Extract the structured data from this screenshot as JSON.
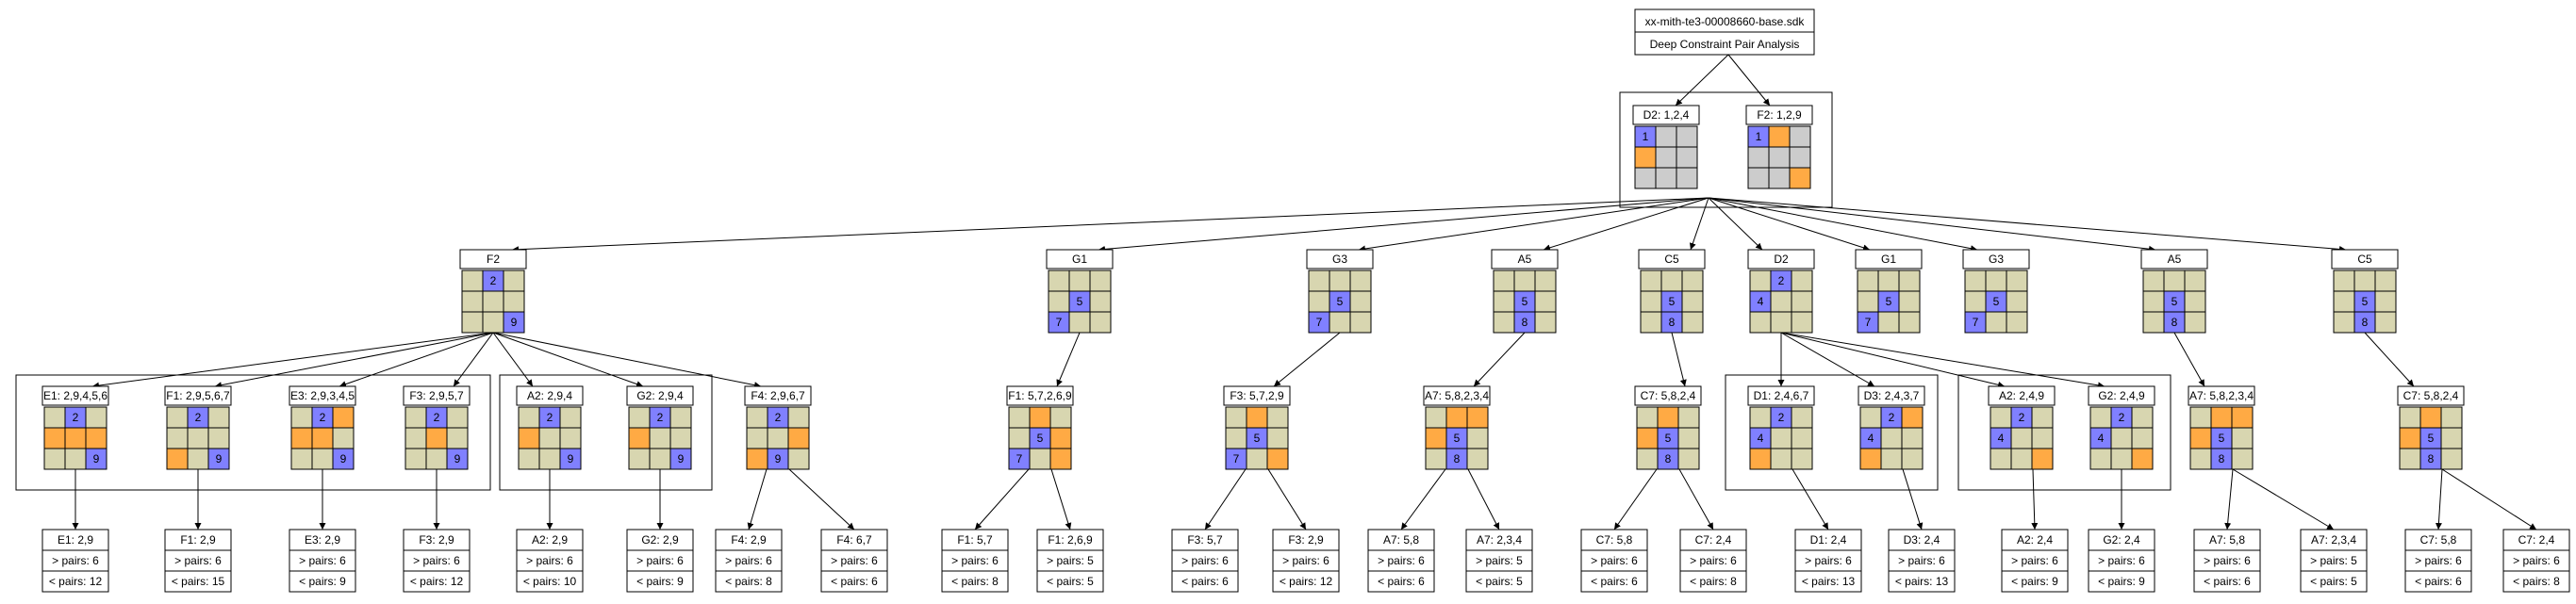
{
  "colors": {
    "neutral": "#d8d6b0",
    "given": "#8080ff",
    "highlight": "#ffaa44",
    "empty": "#cccccc",
    "stroke": "#000000",
    "background": "#ffffff"
  },
  "header": {
    "title": "xx-mith-te3-00008660-base.sdk",
    "subtitle": "Deep Constraint Pair Analysis"
  },
  "top_pair": [
    {
      "label": "D2: 1,2,4",
      "grid": "b.e.e.h.e.e.e.e.e",
      "digits": [
        "1",
        "",
        "",
        "",
        "",
        "",
        "",
        "",
        ""
      ]
    },
    {
      "label": "F2: 1,2,9",
      "grid": "b.h.e.e.e.e.e.e.h",
      "digits": [
        "1",
        "",
        "",
        "",
        "",
        "",
        "",
        "",
        ""
      ]
    }
  ],
  "level1": [
    {
      "label": "F2",
      "grid": "n.b.n.n.n.n.n.n.b",
      "digits": [
        "",
        "2",
        "",
        "",
        "",
        "",
        "",
        "",
        "9"
      ]
    },
    {
      "label": "G1",
      "grid": "n.n.n.n.b.n.b.n.n",
      "digits": [
        "",
        "",
        "",
        "",
        "5",
        "",
        "7",
        "",
        ""
      ]
    },
    {
      "label": "G3",
      "grid": "n.n.n.n.b.n.b.n.n",
      "digits": [
        "",
        "",
        "",
        "",
        "5",
        "",
        "7",
        "",
        ""
      ]
    },
    {
      "label": "A5",
      "grid": "n.n.n.n.b.n.n.b.n",
      "digits": [
        "",
        "",
        "",
        "",
        "5",
        "",
        "",
        "8",
        ""
      ]
    },
    {
      "label": "C5",
      "grid": "n.n.n.n.b.n.n.b.n",
      "digits": [
        "",
        "",
        "",
        "",
        "5",
        "",
        "",
        "8",
        ""
      ]
    },
    {
      "label": "D2",
      "grid": "n.b.n.b.n.n.n.n.n",
      "digits": [
        "",
        "2",
        "",
        "4",
        "",
        "",
        "",
        "",
        ""
      ]
    },
    {
      "label": "G1",
      "grid": "n.n.n.n.b.n.b.n.n",
      "digits": [
        "",
        "",
        "",
        "",
        "5",
        "",
        "7",
        "",
        ""
      ]
    },
    {
      "label": "G3",
      "grid": "n.n.n.n.b.n.b.n.n",
      "digits": [
        "",
        "",
        "",
        "",
        "5",
        "",
        "7",
        "",
        ""
      ]
    },
    {
      "label": "A5",
      "grid": "n.n.n.n.b.n.n.b.n",
      "digits": [
        "",
        "",
        "",
        "",
        "5",
        "",
        "",
        "8",
        ""
      ]
    },
    {
      "label": "C5",
      "grid": "n.n.n.n.b.n.n.b.n",
      "digits": [
        "",
        "",
        "",
        "",
        "5",
        "",
        "",
        "8",
        ""
      ]
    }
  ],
  "level2": [
    {
      "label": "E1: 2,9,4,5,6",
      "grid": "n.b.n.h.h.h.n.n.b",
      "digits": [
        "",
        "2",
        "",
        "",
        "",
        "",
        "",
        "",
        "9"
      ]
    },
    {
      "label": "F1: 2,9,5,6,7",
      "grid": "n.b.n.n.n.n.h.n.b",
      "digits": [
        "",
        "2",
        "",
        "",
        "",
        "",
        "",
        "",
        "9"
      ]
    },
    {
      "label": "E3: 2,9,3,4,5",
      "grid": "n.b.h.h.h.n.n.n.b",
      "digits": [
        "",
        "2",
        "",
        "",
        "",
        "",
        "",
        "",
        "9"
      ]
    },
    {
      "label": "F3: 2,9,5,7",
      "grid": "n.b.n.n.h.n.n.n.b",
      "digits": [
        "",
        "2",
        "",
        "",
        "",
        "",
        "",
        "",
        "9"
      ]
    },
    {
      "label": "A2: 2,9,4",
      "grid": "n.b.n.h.n.n.n.n.b",
      "digits": [
        "",
        "2",
        "",
        "",
        "",
        "",
        "",
        "",
        "9"
      ]
    },
    {
      "label": "G2: 2,9,4",
      "grid": "n.b.n.h.n.n.n.n.b",
      "digits": [
        "",
        "2",
        "",
        "",
        "",
        "",
        "",
        "",
        "9"
      ]
    },
    {
      "label": "F4: 2,9,6,7",
      "grid": "n.b.n.n.n.h.h.b.n",
      "digits": [
        "",
        "2",
        "",
        "",
        "",
        "",
        "",
        "9",
        ""
      ]
    },
    {
      "label": "F1: 5,7,2,6,9",
      "grid": "n.h.n.n.b.h.b.n.h",
      "digits": [
        "",
        "",
        "",
        "",
        "5",
        "",
        "7",
        "",
        ""
      ]
    },
    {
      "label": "F3: 5,7,2,9",
      "grid": "n.h.n.n.b.n.b.n.h",
      "digits": [
        "",
        "",
        "",
        "",
        "5",
        "",
        "7",
        "",
        ""
      ]
    },
    {
      "label": "A7: 5,8,2,3,4",
      "grid": "n.h.h.h.b.n.n.b.n",
      "digits": [
        "",
        "",
        "",
        "",
        "5",
        "",
        "",
        "8",
        ""
      ]
    },
    {
      "label": "C7: 5,8,2,4",
      "grid": "n.h.n.h.b.n.n.b.n",
      "digits": [
        "",
        "",
        "",
        "",
        "5",
        "",
        "",
        "8",
        ""
      ]
    },
    {
      "label": "D1: 2,4,6,7",
      "grid": "n.b.n.b.n.n.h.n.n",
      "digits": [
        "",
        "2",
        "",
        "4",
        "",
        "",
        "",
        "",
        ""
      ]
    },
    {
      "label": "D3: 2,4,3,7",
      "grid": "n.b.h.b.n.n.h.n.n",
      "digits": [
        "",
        "2",
        "",
        "4",
        "",
        "",
        "",
        "",
        ""
      ]
    },
    {
      "label": "A2: 2,4,9",
      "grid": "n.b.n.b.n.n.n.n.h",
      "digits": [
        "",
        "2",
        "",
        "4",
        "",
        "",
        "",
        "",
        ""
      ]
    },
    {
      "label": "G2: 2,4,9",
      "grid": "n.b.n.b.n.n.n.n.h",
      "digits": [
        "",
        "2",
        "",
        "4",
        "",
        "",
        "",
        "",
        ""
      ]
    },
    {
      "label": "A7: 5,8,2,3,4",
      "grid": "n.h.h.h.b.n.n.b.n",
      "digits": [
        "",
        "",
        "",
        "",
        "5",
        "",
        "",
        "8",
        ""
      ]
    },
    {
      "label": "C7: 5,8,2,4",
      "grid": "n.h.n.h.b.n.n.b.n",
      "digits": [
        "",
        "",
        "",
        "",
        "5",
        "",
        "",
        "8",
        ""
      ]
    }
  ],
  "leaves": [
    {
      "label": "E1: 2,9",
      "gt": "> pairs: 6",
      "lt": "< pairs: 12"
    },
    {
      "label": "F1: 2,9",
      "gt": "> pairs: 6",
      "lt": "< pairs: 15"
    },
    {
      "label": "E3: 2,9",
      "gt": "> pairs: 6",
      "lt": "< pairs: 9"
    },
    {
      "label": "F3: 2,9",
      "gt": "> pairs: 6",
      "lt": "< pairs: 12"
    },
    {
      "label": "A2: 2,9",
      "gt": "> pairs: 6",
      "lt": "< pairs: 10"
    },
    {
      "label": "G2: 2,9",
      "gt": "> pairs: 6",
      "lt": "< pairs: 9"
    },
    {
      "label": "F4: 2,9",
      "gt": "> pairs: 6",
      "lt": "< pairs: 8"
    },
    {
      "label": "F4: 6,7",
      "gt": "> pairs: 6",
      "lt": "< pairs: 6"
    },
    {
      "label": "F1: 5,7",
      "gt": "> pairs: 6",
      "lt": "< pairs: 8"
    },
    {
      "label": "F1: 2,6,9",
      "gt": "> pairs: 5",
      "lt": "< pairs: 5"
    },
    {
      "label": "F3: 5,7",
      "gt": "> pairs: 6",
      "lt": "< pairs: 6"
    },
    {
      "label": "F3: 2,9",
      "gt": "> pairs: 6",
      "lt": "< pairs: 12"
    },
    {
      "label": "A7: 5,8",
      "gt": "> pairs: 6",
      "lt": "< pairs: 6"
    },
    {
      "label": "A7: 2,3,4",
      "gt": "> pairs: 5",
      "lt": "< pairs: 5"
    },
    {
      "label": "C7: 5,8",
      "gt": "> pairs: 6",
      "lt": "< pairs: 6"
    },
    {
      "label": "C7: 2,4",
      "gt": "> pairs: 6",
      "lt": "< pairs: 8"
    },
    {
      "label": "D1: 2,4",
      "gt": "> pairs: 6",
      "lt": "< pairs: 13"
    },
    {
      "label": "D3: 2,4",
      "gt": "> pairs: 6",
      "lt": "< pairs: 13"
    },
    {
      "label": "A2: 2,4",
      "gt": "> pairs: 6",
      "lt": "< pairs: 9"
    },
    {
      "label": "G2: 2,4",
      "gt": "> pairs: 6",
      "lt": "< pairs: 9"
    },
    {
      "label": "A7: 5,8",
      "gt": "> pairs: 6",
      "lt": "< pairs: 6"
    },
    {
      "label": "A7: 2,3,4",
      "gt": "> pairs: 5",
      "lt": "< pairs: 5"
    },
    {
      "label": "C7: 5,8",
      "gt": "> pairs: 6",
      "lt": "< pairs: 6"
    },
    {
      "label": "C7: 2,4",
      "gt": "> pairs: 6",
      "lt": "< pairs: 8"
    }
  ]
}
